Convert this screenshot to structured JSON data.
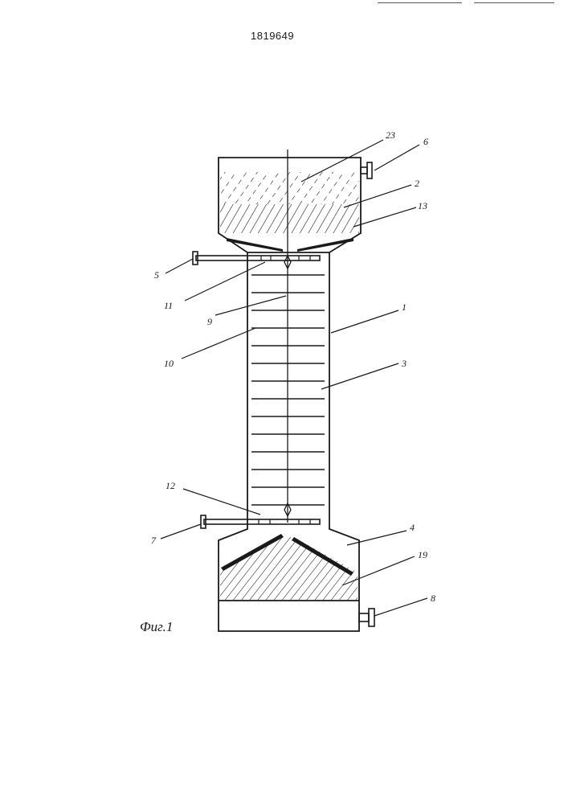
{
  "document": {
    "patent_number": "1819649",
    "figure_caption": "Фиг.1"
  },
  "labels": {
    "l1": "1",
    "l2": "2",
    "l3": "3",
    "l4": "4",
    "l5": "5",
    "l6": "6",
    "l7": "7",
    "l8": "8",
    "l9": "9",
    "l10": "10",
    "l11": "11",
    "l12": "12",
    "l13": "13",
    "l19": "19",
    "l23": "23"
  },
  "colors": {
    "ink": "#1a1a1a",
    "paper": "#ffffff"
  }
}
